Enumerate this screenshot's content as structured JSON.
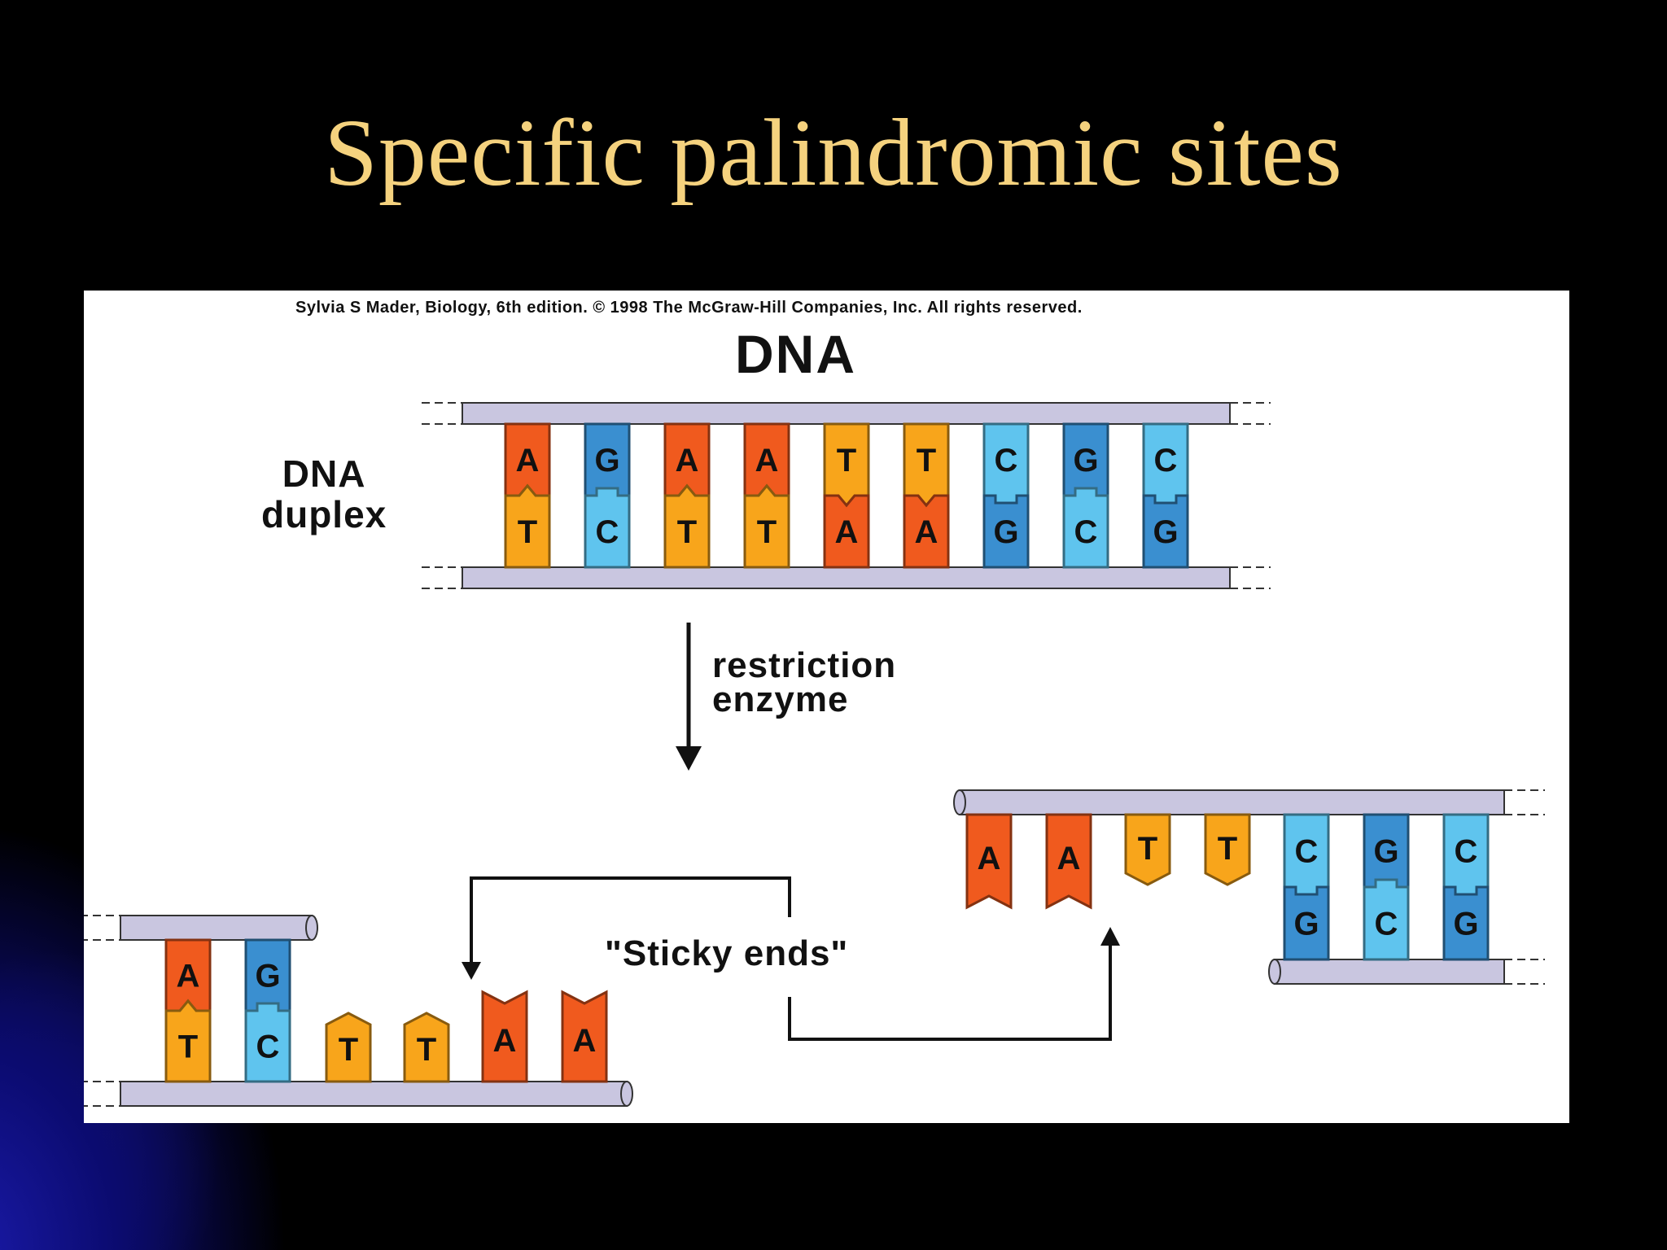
{
  "slide": {
    "title": "Specific palindromic sites"
  },
  "figure": {
    "credit": "Sylvia S Mader, Biology, 6th edition. © 1998  The McGraw-Hill Companies, Inc. All rights reserved.",
    "heading": "DNA",
    "duplex_label": [
      "DNA",
      "duplex"
    ],
    "enzyme_label": [
      "restriction",
      "enzyme"
    ],
    "sticky_label": "\"Sticky ends\"",
    "duplex_pairs": [
      [
        "A",
        "T"
      ],
      [
        "G",
        "C"
      ],
      [
        "A",
        "T"
      ],
      [
        "A",
        "T"
      ],
      [
        "T",
        "A"
      ],
      [
        "T",
        "A"
      ],
      [
        "C",
        "G"
      ],
      [
        "G",
        "C"
      ],
      [
        "C",
        "G"
      ]
    ],
    "left_fragment": {
      "pairs": [
        [
          "A",
          "T"
        ],
        [
          "G",
          "C"
        ]
      ],
      "sticky_bottom": [
        "T",
        "T"
      ],
      "sticky_top": [
        "A",
        "A"
      ]
    },
    "right_fragment": {
      "sticky_top": [
        "A",
        "A"
      ],
      "sticky_bottom": [
        "T",
        "T"
      ],
      "pairs": [
        [
          "C",
          "G"
        ],
        [
          "G",
          "C"
        ],
        [
          "C",
          "G"
        ]
      ]
    },
    "colors": {
      "A": "#f05a1e",
      "T": "#f8a51b",
      "G": "#3a8fd0",
      "C": "#5fc4ee",
      "backbone": "#c9c6e0",
      "slide_title": "#f5d27e"
    }
  }
}
